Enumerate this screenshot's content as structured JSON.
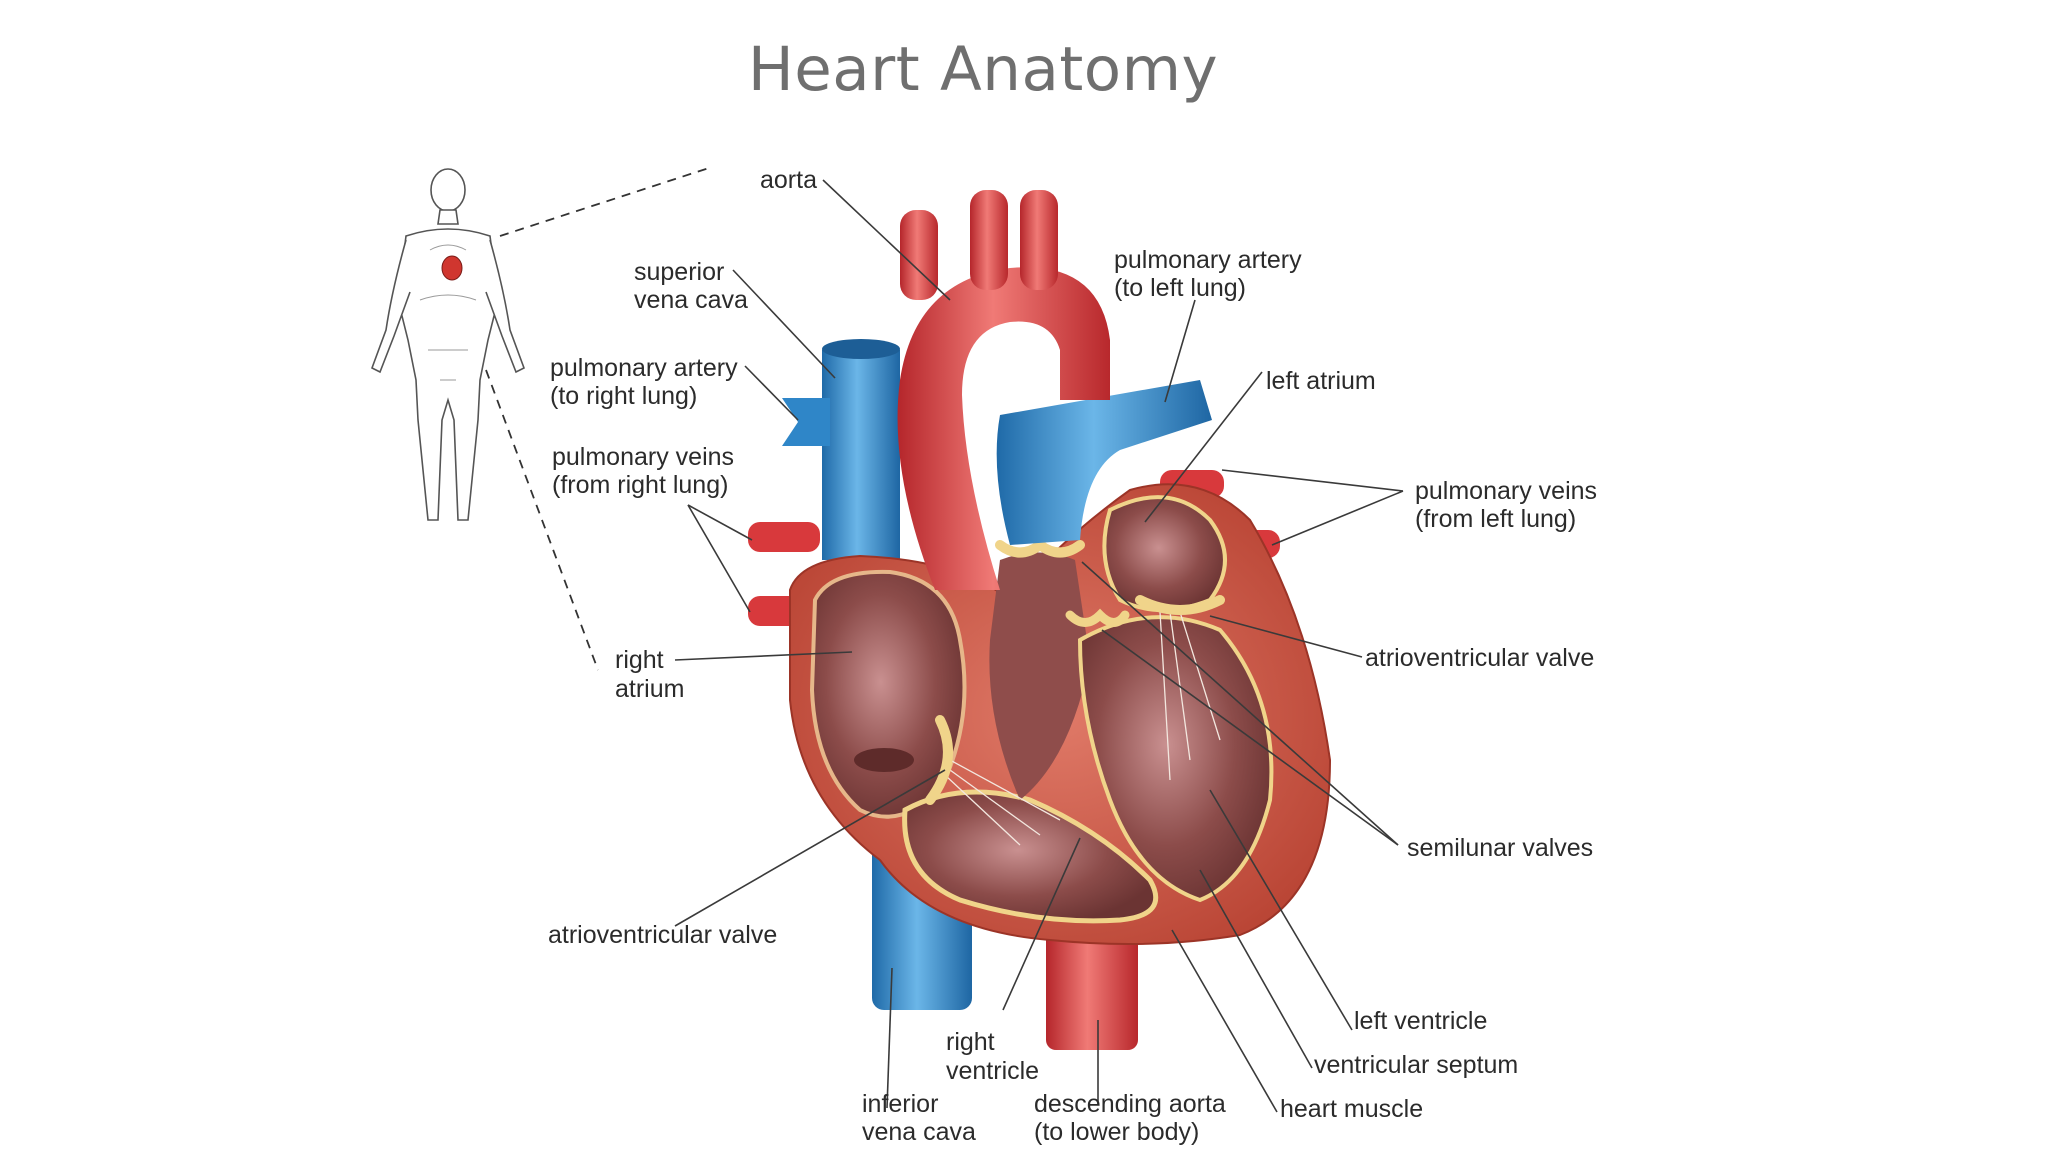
{
  "title": "Heart Anatomy",
  "colors": {
    "oxygenated": "#d8393c",
    "deoxygenated": "#2f86c8",
    "muscle": "#c9574b",
    "chamber": "#8a4a48",
    "valve": "#f0d48a",
    "title_text": "#6f6f6f"
  },
  "labels": {
    "aorta": [
      "aorta"
    ],
    "superior_vena_cava": [
      "superior",
      "vena cava"
    ],
    "pulmonary_artery_right": [
      "pulmonary artery",
      "(to right lung)"
    ],
    "pulmonary_veins_right": [
      "pulmonary veins",
      "(from right lung)"
    ],
    "right_atrium": [
      "right",
      "atrium"
    ],
    "av_valve_left_side": [
      "atrioventricular valve"
    ],
    "right_ventricle": [
      "right",
      "ventricle"
    ],
    "inferior_vena_cava": [
      "inferior",
      "vena cava"
    ],
    "descending_aorta": [
      "descending aorta",
      "(to lower body)"
    ],
    "pulmonary_artery_left": [
      "pulmonary artery",
      "(to left lung)"
    ],
    "left_atrium": [
      "left atrium"
    ],
    "pulmonary_veins_left": [
      "pulmonary veins",
      "(from left lung)"
    ],
    "av_valve_right_side": [
      "atrioventricular valve"
    ],
    "semilunar_valves": [
      "semilunar valves"
    ],
    "left_ventricle": [
      "left ventricle"
    ],
    "ventricular_septum": [
      "ventricular septum"
    ],
    "heart_muscle": [
      "heart muscle"
    ]
  }
}
